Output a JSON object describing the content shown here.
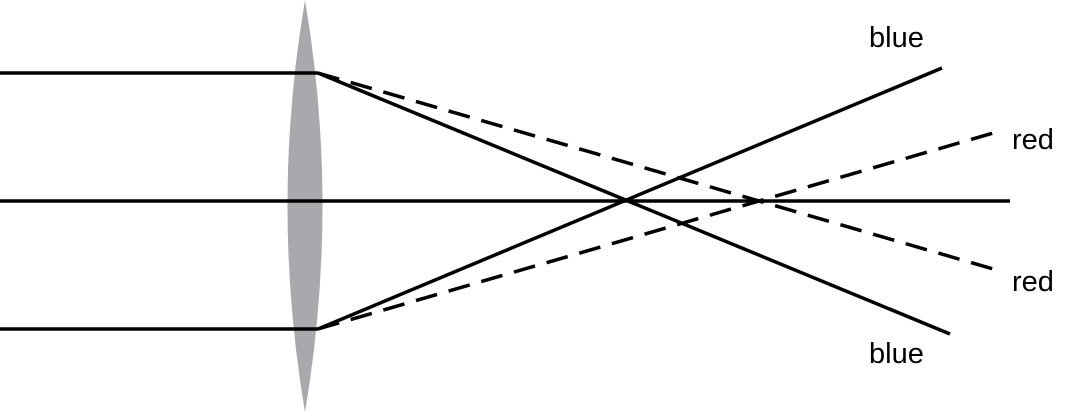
{
  "labels": {
    "blue_top": "blue",
    "red_top": "red",
    "red_bottom": "red",
    "blue_bottom": "blue"
  },
  "colors": {
    "lens": "#a7a9ac",
    "rays": "#000000"
  },
  "legend_semantics": {
    "solid_line": "blue",
    "dashed_line": "red"
  }
}
